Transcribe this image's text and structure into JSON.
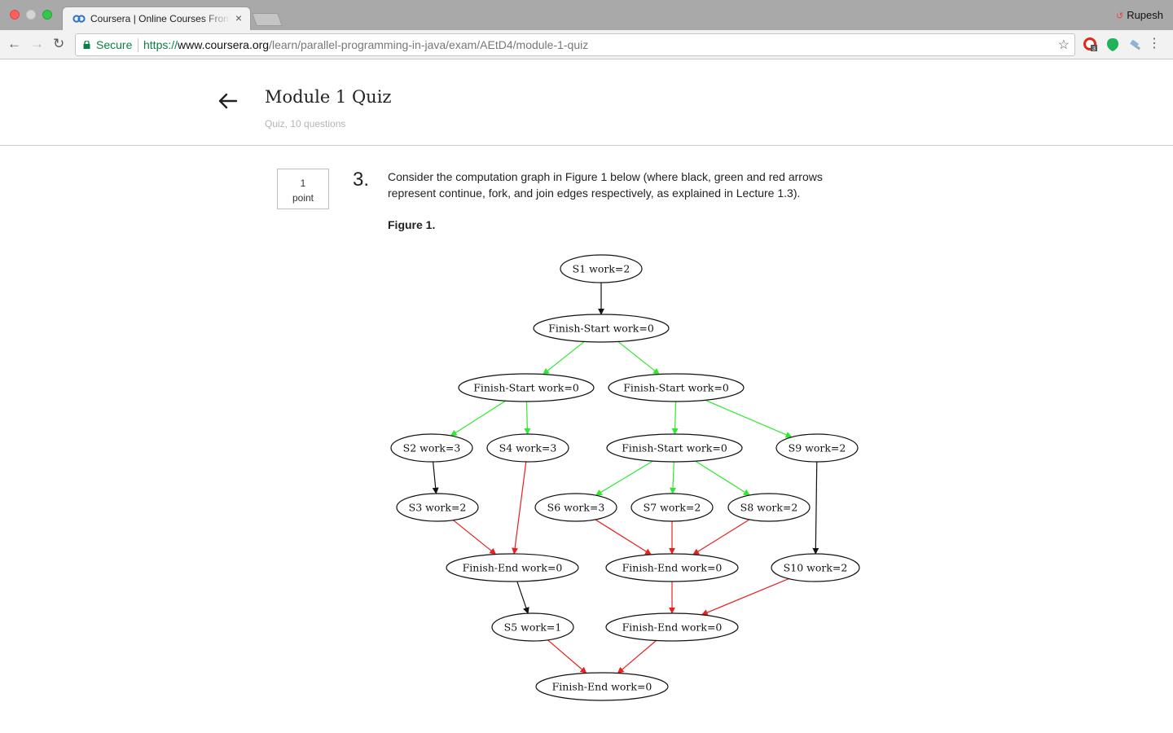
{
  "browser": {
    "tab_title": "Coursera | Online Courses From Top Universities",
    "tab_close": "×",
    "profile_name": "Rupesh",
    "secure_label": "Secure",
    "url_scheme": "https://",
    "url_host": "www.coursera.org",
    "url_path": "/learn/parallel-programming-in-java/exam/AEtD4/module-1-quiz",
    "extension_badge": "3"
  },
  "header": {
    "title": "Module 1 Quiz",
    "subtitle": "Quiz, 10 questions"
  },
  "question": {
    "points_value": "1",
    "points_label": "point",
    "number": "3.",
    "text": "Consider the computation graph in Figure 1 below (where black, green and red arrows represent continue, fork, and join edges respectively, as explained in Lecture 1.3).",
    "figure_label": "Figure 1."
  },
  "graph": {
    "edge_colors": {
      "continue": "#111111",
      "fork": "#2ee82e",
      "join": "#e82020"
    },
    "nodes": [
      {
        "id": "s1",
        "label": "S1 work=2"
      },
      {
        "id": "fs1",
        "label": "Finish-Start work=0"
      },
      {
        "id": "fs2",
        "label": "Finish-Start work=0"
      },
      {
        "id": "fs3",
        "label": "Finish-Start work=0"
      },
      {
        "id": "s2",
        "label": "S2 work=3"
      },
      {
        "id": "s4",
        "label": "S4 work=3"
      },
      {
        "id": "fs4",
        "label": "Finish-Start work=0"
      },
      {
        "id": "s9",
        "label": "S9 work=2"
      },
      {
        "id": "s3",
        "label": "S3 work=2"
      },
      {
        "id": "s6",
        "label": "S6 work=3"
      },
      {
        "id": "s7",
        "label": "S7 work=2"
      },
      {
        "id": "s8",
        "label": "S8 work=2"
      },
      {
        "id": "fe1",
        "label": "Finish-End work=0"
      },
      {
        "id": "fe2",
        "label": "Finish-End work=0"
      },
      {
        "id": "s10",
        "label": "S10 work=2"
      },
      {
        "id": "s5",
        "label": "S5 work=1"
      },
      {
        "id": "fe3",
        "label": "Finish-End work=0"
      },
      {
        "id": "fe4",
        "label": "Finish-End work=0"
      }
    ],
    "edges": [
      {
        "from": "s1",
        "to": "fs1",
        "type": "continue"
      },
      {
        "from": "fs1",
        "to": "fs2",
        "type": "fork"
      },
      {
        "from": "fs1",
        "to": "fs3",
        "type": "fork"
      },
      {
        "from": "fs2",
        "to": "s2",
        "type": "fork"
      },
      {
        "from": "fs2",
        "to": "s4",
        "type": "fork"
      },
      {
        "from": "fs3",
        "to": "fs4",
        "type": "fork"
      },
      {
        "from": "fs3",
        "to": "s9",
        "type": "fork"
      },
      {
        "from": "s2",
        "to": "s3",
        "type": "continue"
      },
      {
        "from": "fs4",
        "to": "s6",
        "type": "fork"
      },
      {
        "from": "fs4",
        "to": "s7",
        "type": "fork"
      },
      {
        "from": "fs4",
        "to": "s8",
        "type": "fork"
      },
      {
        "from": "s9",
        "to": "s10",
        "type": "continue"
      },
      {
        "from": "s3",
        "to": "fe1",
        "type": "join"
      },
      {
        "from": "s4",
        "to": "fe1",
        "type": "join"
      },
      {
        "from": "s6",
        "to": "fe2",
        "type": "join"
      },
      {
        "from": "s7",
        "to": "fe2",
        "type": "join"
      },
      {
        "from": "s8",
        "to": "fe2",
        "type": "join"
      },
      {
        "from": "fe1",
        "to": "s5",
        "type": "continue"
      },
      {
        "from": "fe2",
        "to": "fe3",
        "type": "join"
      },
      {
        "from": "s10",
        "to": "fe3",
        "type": "join"
      },
      {
        "from": "s5",
        "to": "fe4",
        "type": "join"
      },
      {
        "from": "fe3",
        "to": "fe4",
        "type": "join"
      }
    ]
  }
}
